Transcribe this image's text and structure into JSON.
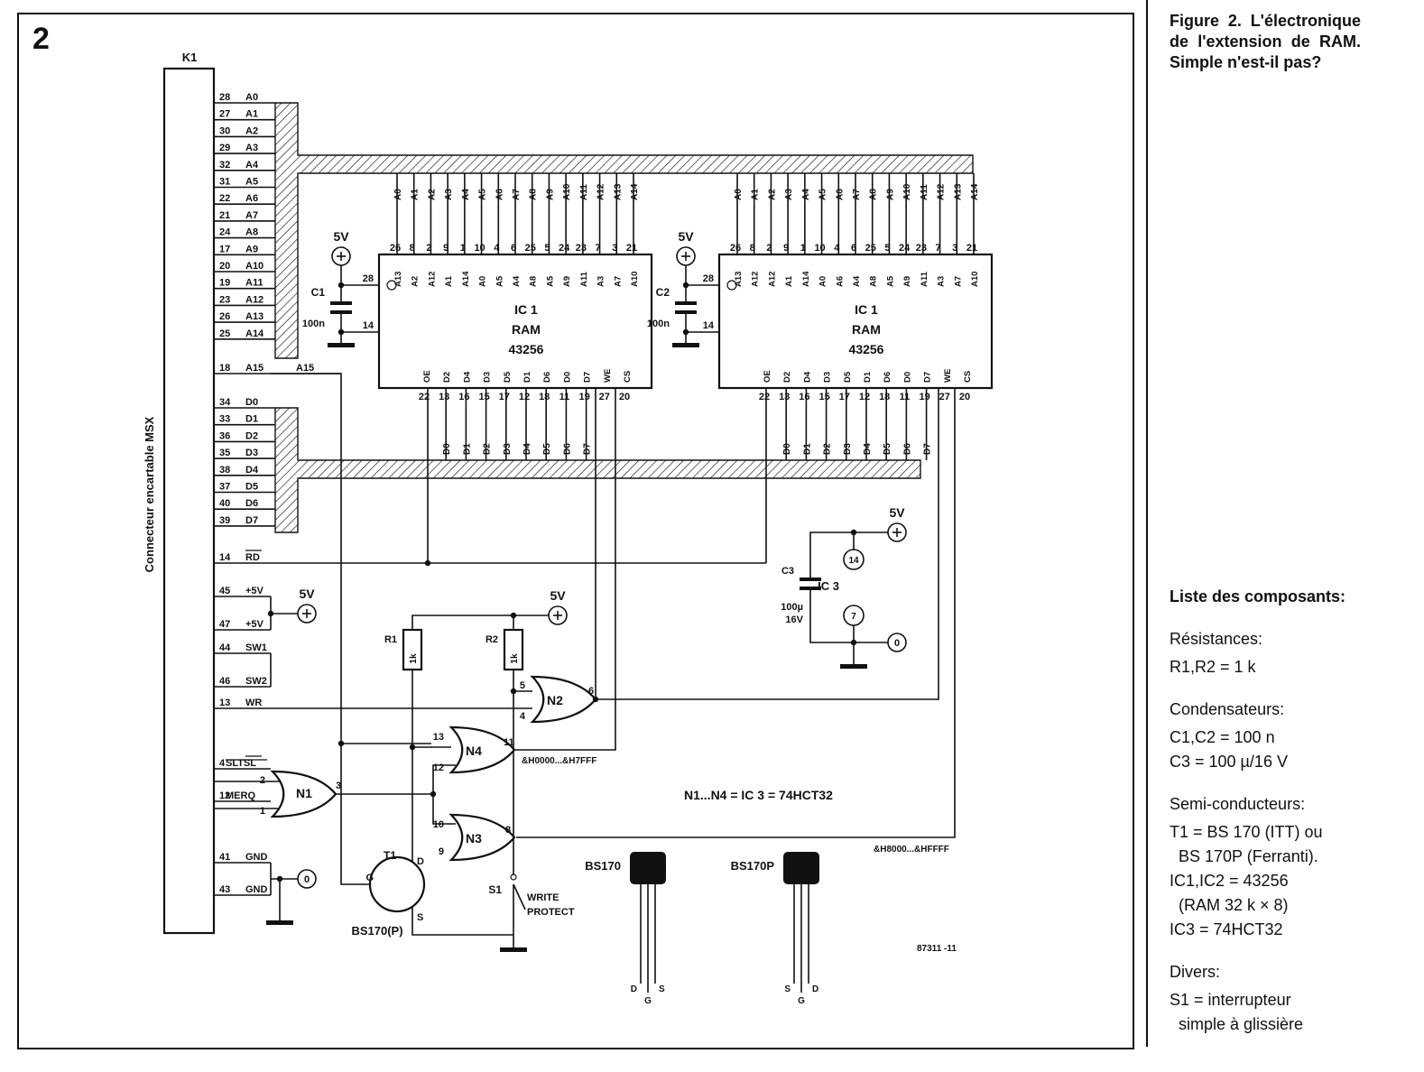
{
  "figure_number": "2",
  "caption": "Figure 2. L'électronique de l'extension de RAM. Simple n'est-il pas?",
  "connector": {
    "ref": "K1",
    "label": "Connecteur encartable MSX",
    "pins": [
      {
        "num": "28",
        "name": "A0"
      },
      {
        "num": "27",
        "name": "A1"
      },
      {
        "num": "30",
        "name": "A2"
      },
      {
        "num": "29",
        "name": "A3"
      },
      {
        "num": "32",
        "name": "A4"
      },
      {
        "num": "31",
        "name": "A5"
      },
      {
        "num": "22",
        "name": "A6"
      },
      {
        "num": "21",
        "name": "A7"
      },
      {
        "num": "24",
        "name": "A8"
      },
      {
        "num": "17",
        "name": "A9"
      },
      {
        "num": "20",
        "name": "A10"
      },
      {
        "num": "19",
        "name": "A11"
      },
      {
        "num": "23",
        "name": "A12"
      },
      {
        "num": "26",
        "name": "A13"
      },
      {
        "num": "25",
        "name": "A14"
      },
      {
        "num": "18",
        "name": "A15"
      },
      {
        "num": "34",
        "name": "D0"
      },
      {
        "num": "33",
        "name": "D1"
      },
      {
        "num": "36",
        "name": "D2"
      },
      {
        "num": "35",
        "name": "D3"
      },
      {
        "num": "38",
        "name": "D4"
      },
      {
        "num": "37",
        "name": "D5"
      },
      {
        "num": "40",
        "name": "D6"
      },
      {
        "num": "39",
        "name": "D7"
      },
      {
        "num": "14",
        "name": "RD"
      },
      {
        "num": "45",
        "name": "+5V"
      },
      {
        "num": "47",
        "name": "+5V"
      },
      {
        "num": "44",
        "name": "SW1"
      },
      {
        "num": "46",
        "name": "SW2"
      },
      {
        "num": "13",
        "name": "WR"
      },
      {
        "num": "4",
        "name": "SLTSL"
      },
      {
        "num": "12",
        "name": "MERQ"
      },
      {
        "num": "41",
        "name": "GND"
      },
      {
        "num": "43",
        "name": "GND"
      }
    ]
  },
  "a15_tag": "A15",
  "supply_label": "5V",
  "ground_label": "0",
  "ram_chips": [
    {
      "capacitor": "C1",
      "cap_value": "100n",
      "ref": "IC 1",
      "type": "RAM",
      "part": "43256",
      "bus_labels": [
        "A0",
        "A1",
        "A2",
        "A3",
        "A4",
        "A5",
        "A6",
        "A7",
        "A8",
        "A9",
        "A10",
        "A11",
        "A12",
        "A13",
        "A14"
      ],
      "top_pin_nums": [
        "26",
        "8",
        "2",
        "9",
        "1",
        "10",
        "4",
        "6",
        "25",
        "5",
        "24",
        "23",
        "7",
        "3",
        "21"
      ],
      "top_pin_names": [
        "A13",
        "A2",
        "A12",
        "A1",
        "A14",
        "A0",
        "A5",
        "A4",
        "A8",
        "A5",
        "A9",
        "A11",
        "A3",
        "A7",
        "A10"
      ],
      "bottom_pin_nums": [
        "22",
        "13",
        "16",
        "15",
        "17",
        "12",
        "18",
        "11",
        "19",
        "27",
        "20"
      ],
      "bottom_pin_names": [
        "OE",
        "D2",
        "D4",
        "D3",
        "D5",
        "D1",
        "D6",
        "D0",
        "D7",
        "WE",
        "CS"
      ],
      "data_labels": [
        "D0",
        "D1",
        "D2",
        "D3",
        "D4",
        "D5",
        "D6",
        "D7"
      ],
      "vcc_pin": "28",
      "gnd_pin": "14"
    },
    {
      "capacitor": "C2",
      "cap_value": "100n",
      "ref": "IC 1",
      "type": "RAM",
      "part": "43256",
      "bus_labels": [
        "A0",
        "A1",
        "A2",
        "A3",
        "A4",
        "A5",
        "A6",
        "A7",
        "A8",
        "A9",
        "A10",
        "A11",
        "A12",
        "A13",
        "A14"
      ],
      "top_pin_nums": [
        "26",
        "8",
        "2",
        "9",
        "1",
        "10",
        "4",
        "6",
        "25",
        "5",
        "24",
        "23",
        "7",
        "3",
        "21"
      ],
      "top_pin_names": [
        "A13",
        "A12",
        "A12",
        "A1",
        "A14",
        "A0",
        "A6",
        "A4",
        "A8",
        "A5",
        "A9",
        "A11",
        "A3",
        "A7",
        "A10"
      ],
      "bottom_pin_nums": [
        "22",
        "13",
        "16",
        "15",
        "17",
        "12",
        "18",
        "11",
        "19",
        "27",
        "20"
      ],
      "bottom_pin_names": [
        "OE",
        "D2",
        "D4",
        "D3",
        "D5",
        "D1",
        "D6",
        "D0",
        "D7",
        "WE",
        "CS"
      ],
      "data_labels": [
        "D0",
        "D1",
        "D2",
        "D3",
        "D4",
        "D5",
        "D6",
        "D7"
      ],
      "vcc_pin": "28",
      "gnd_pin": "14"
    }
  ],
  "ic3": {
    "capacitor": "C3",
    "cap_value_1": "100µ",
    "cap_value_2": "16V",
    "ref": "IC 3",
    "vcc_pin": "14",
    "gnd_pin": "7"
  },
  "resistors": [
    {
      "ref": "R1",
      "value": "1k"
    },
    {
      "ref": "R2",
      "value": "1k"
    }
  ],
  "gates": [
    {
      "name": "N1",
      "pins": [
        "2",
        "1",
        "3"
      ]
    },
    {
      "name": "N2",
      "pins": [
        "5",
        "4",
        "6"
      ]
    },
    {
      "name": "N4",
      "pins": [
        "13",
        "12",
        "11"
      ]
    },
    {
      "name": "N3",
      "pins": [
        "10",
        "9",
        "8"
      ]
    }
  ],
  "transistor": {
    "ref": "T1",
    "part": "BS170(P)",
    "g": "G",
    "d": "D",
    "s": "S"
  },
  "switch": {
    "ref": "S1",
    "label_1": "WRITE",
    "label_2": "PROTECT"
  },
  "address_ranges": {
    "low": "&H0000...&H7FFF",
    "high": "&H8000...&HFFFF"
  },
  "gate_note": "N1...N4 = IC 3 = 74HCT32",
  "packages": [
    {
      "name": "BS170",
      "pins": [
        "D",
        "G",
        "S"
      ]
    },
    {
      "name": "BS170P",
      "pins": [
        "S",
        "G",
        "D"
      ]
    }
  ],
  "drawing_number": "87311 -11",
  "parts_list": {
    "title": "Liste des composants:",
    "groups": [
      {
        "title": "Résistances:",
        "items": [
          "R1,R2 = 1 k"
        ]
      },
      {
        "title": "Condensateurs:",
        "items": [
          "C1,C2 = 100 n",
          "C3 = 100 µ/16 V"
        ]
      },
      {
        "title": "Semi-conducteurs:",
        "items": [
          "T1 = BS 170 (ITT) ou",
          "  BS 170P (Ferranti).",
          "IC1,IC2 = 43256",
          "  (RAM 32 k × 8)",
          "IC3 = 74HCT32"
        ]
      },
      {
        "title": "Divers:",
        "items": [
          "S1 = interrupteur",
          "  simple à glissière"
        ]
      }
    ]
  }
}
